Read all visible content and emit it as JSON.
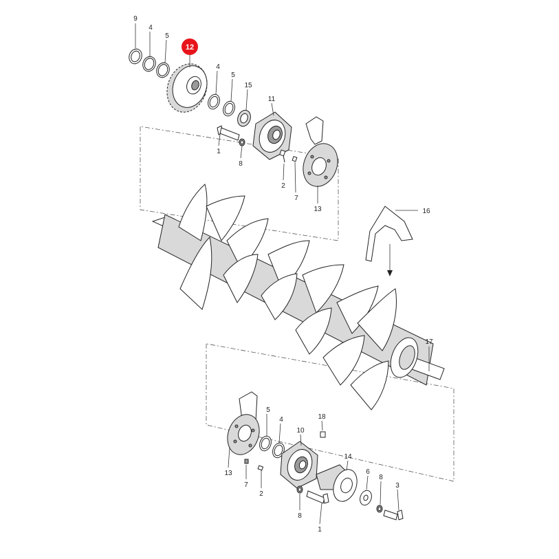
{
  "highlight": {
    "label": "12",
    "color": "#e8141b"
  },
  "callouts": {
    "c9": "9",
    "c4a": "4",
    "c5a": "5",
    "c4b": "4",
    "c5b": "5",
    "c15": "15",
    "c11": "11",
    "c1a": "1",
    "c8a": "8",
    "c2a": "2",
    "c7a": "7",
    "c13a": "13",
    "c16": "16",
    "c17": "17",
    "c5c": "5",
    "c4c": "4",
    "c18": "18",
    "c10": "10",
    "c13b": "13",
    "c7b": "7",
    "c2b": "2",
    "c14": "14",
    "c6": "6",
    "c8b": "8",
    "c3": "3",
    "c8c": "8",
    "c1b": "1"
  }
}
